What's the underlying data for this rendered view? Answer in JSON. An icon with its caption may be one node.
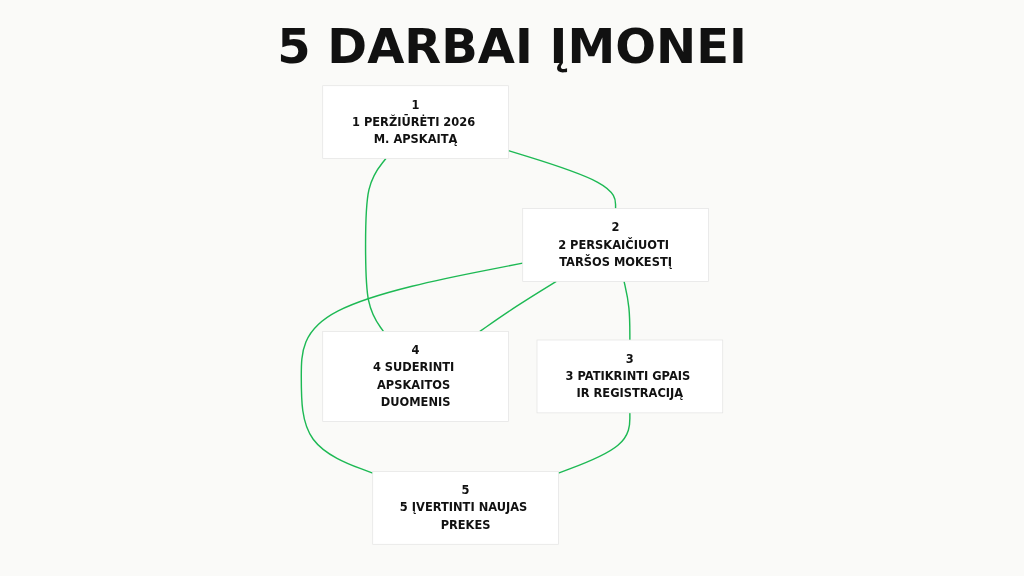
{
  "diagram": {
    "title": "5 DARBAI ĮMONEI",
    "nodes": [
      {
        "text": [
          "1",
          "1 PERŽIŪRĖTI 2026 M. APSKAITĄ"
        ]
      },
      {
        "text": [
          "2",
          "2 PERSKAIČIUOTI TARŠOS MOKESTĮ"
        ]
      },
      {
        "text": [
          "3",
          "3 PATIKRINTI GPAIS IR REGISTRACIJĄ"
        ]
      },
      {
        "text": [
          "4",
          "4 SUDERINTI APSKAITOS DUOMENIS"
        ]
      },
      {
        "text": [
          "5",
          "5 ĮVERTINTI NAUJAS PREKES"
        ]
      }
    ],
    "edges": [
      {
        "from": 0,
        "to": 1,
        "arrow": "none"
      },
      {
        "from": 1,
        "to": 2,
        "arrow": "none"
      },
      {
        "from": 0,
        "to": 3,
        "arrow": "none"
      },
      {
        "from": 1,
        "to": 3,
        "arrow": "none"
      },
      {
        "from": 1,
        "to": 4,
        "arrow": "none"
      },
      {
        "from": 2,
        "to": 4,
        "arrow": "none"
      }
    ]
  }
}
